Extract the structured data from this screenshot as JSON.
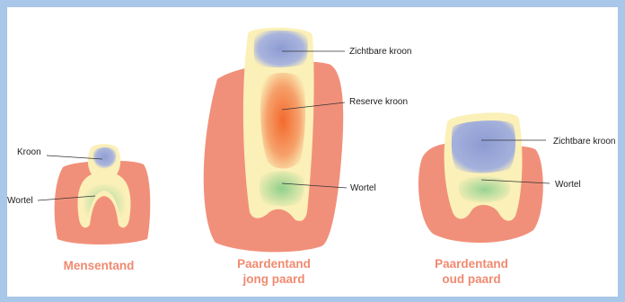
{
  "human": {
    "caption": "Mensentand",
    "labels": {
      "crown": "Kroon",
      "root": "Wortel"
    }
  },
  "young_horse": {
    "caption_line1": "Paardentand",
    "caption_line2": "jong paard",
    "labels": {
      "visible_crown": "Zichtbare kroon",
      "reserve_crown": "Reserve kroon",
      "root": "Wortel"
    }
  },
  "old_horse": {
    "caption_line1": "Paardentand",
    "caption_line2": "oud paard",
    "labels": {
      "visible_crown": "Zichtbare kroon",
      "root": "Wortel"
    }
  },
  "colors": {
    "gum": "#f1907a",
    "enamel": "#fbf0b8",
    "crown": "#9aa9d8",
    "reserve": "#f47f45",
    "root": "#a6d8a0",
    "caption": "#f08a70",
    "frame": "#a9c7e8"
  }
}
